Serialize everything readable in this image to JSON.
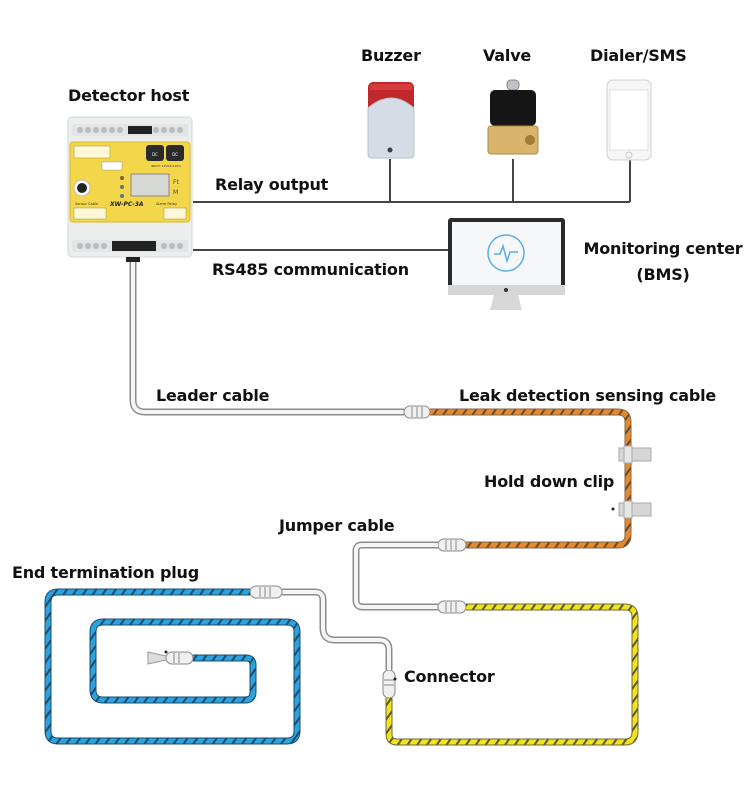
{
  "diagram": {
    "title": "Leak detection system wiring",
    "labels": {
      "detector_host": "Detector host",
      "buzzer": "Buzzer",
      "valve": "Valve",
      "dialer": "Dialer/SMS",
      "relay_output": "Relay output",
      "rs485": "RS485 communication",
      "monitoring_center_line1": "Monitoring center",
      "monitoring_center_line2": "(BMS)",
      "leader_cable": "Leader cable",
      "sensing_cable": "Leak detection sensing cable",
      "hold_down_clip": "Hold down clip",
      "jumper_cable": "Jumper cable",
      "end_plug": "End termination plug",
      "connector": "Connector"
    },
    "device": {
      "model": "XW-PC-3A",
      "sensor_cable_label": "Sensor Cable",
      "alarm_relay_label": "Alarm Relay",
      "input_label": "INPUT: 12VDC±10%",
      "display_units": [
        "Ft",
        "M"
      ],
      "dc_label": "DC"
    },
    "colors": {
      "sensing_cable_orange": "#e8892c",
      "sensing_cable_yellow": "#f2e31a",
      "sensing_cable_blue": "#2ba3e0",
      "device_panel": "#f3d64a",
      "buzzer_red": "#c0282b",
      "wire": "#444444"
    }
  }
}
